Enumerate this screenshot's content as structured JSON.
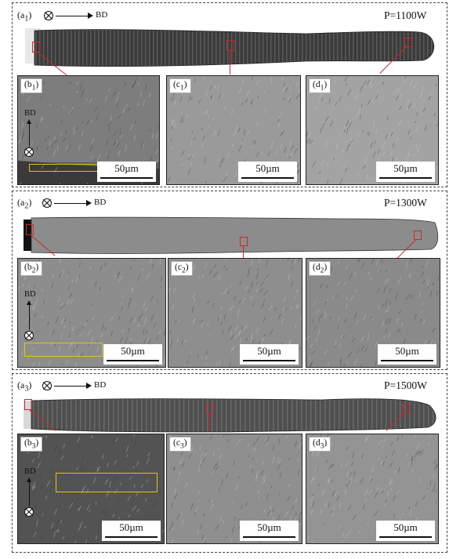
{
  "groups": [
    {
      "label_main": "a",
      "label_sub": "1",
      "power": "P=1100W",
      "direction_label": "BD",
      "panels": [
        {
          "label_main": "b",
          "label_sub": "1",
          "scale": "50µm",
          "has_bd_axis": true,
          "bd_label": "BD",
          "highlight": "yellow-box"
        },
        {
          "label_main": "c",
          "label_sub": "1",
          "scale": "50µm"
        },
        {
          "label_main": "d",
          "label_sub": "1",
          "scale": "50µm"
        }
      ]
    },
    {
      "label_main": "a",
      "label_sub": "2",
      "power": "P=1300W",
      "direction_label": "BD",
      "panels": [
        {
          "label_main": "b",
          "label_sub": "2",
          "scale": "50µm",
          "has_bd_axis": true,
          "bd_label": "BD",
          "highlight": "yellow-box"
        },
        {
          "label_main": "c",
          "label_sub": "2",
          "scale": "50µm"
        },
        {
          "label_main": "d",
          "label_sub": "2",
          "scale": "50µm"
        }
      ]
    },
    {
      "label_main": "a",
      "label_sub": "3",
      "power": "P=1500W",
      "direction_label": "BD",
      "panels": [
        {
          "label_main": "b",
          "label_sub": "3",
          "scale": "50µm",
          "has_bd_axis": true,
          "bd_label": "BD",
          "highlight": "yellow-box"
        },
        {
          "label_main": "c",
          "label_sub": "3",
          "scale": "50µm"
        },
        {
          "label_main": "d",
          "label_sub": "3",
          "scale": "50µm"
        }
      ]
    }
  ],
  "colors": {
    "highlight_box": "#e2c21e",
    "callout": "#c8282a",
    "border": "#444444"
  },
  "icons": {
    "direction_symbol": "circled-x-icon",
    "arrow": "right-arrow-icon"
  }
}
